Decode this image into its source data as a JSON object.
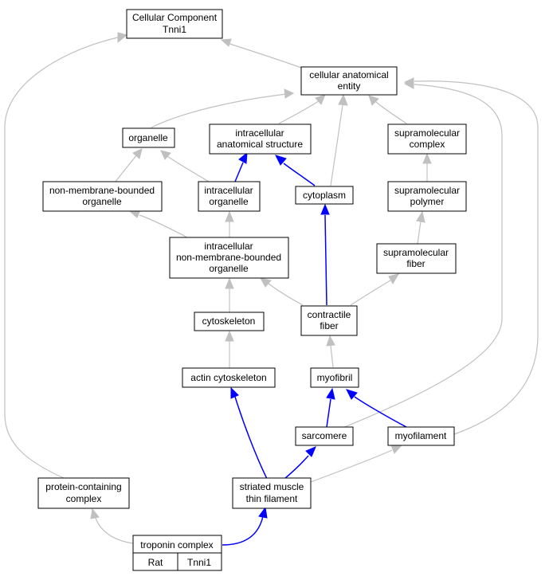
{
  "graph": {
    "root": {
      "line1": "Cellular Component",
      "line2": "Tnni1"
    },
    "cellular_anatomical_entity": {
      "line1": "cellular anatomical",
      "line2": "entity"
    },
    "organelle": {
      "line1": "organelle"
    },
    "intracellular_anatomical_structure": {
      "line1": "intracellular",
      "line2": "anatomical structure"
    },
    "supramolecular_complex": {
      "line1": "supramolecular",
      "line2": "complex"
    },
    "non_membrane_bounded_organelle": {
      "line1": "non-membrane-bounded",
      "line2": "organelle"
    },
    "intracellular_organelle": {
      "line1": "intracellular",
      "line2": "organelle"
    },
    "cytoplasm": {
      "line1": "cytoplasm"
    },
    "supramolecular_polymer": {
      "line1": "supramolecular",
      "line2": "polymer"
    },
    "intracellular_nmb_organelle": {
      "line1": "intracellular",
      "line2": "non-membrane-bounded",
      "line3": "organelle"
    },
    "supramolecular_fiber": {
      "line1": "supramolecular",
      "line2": "fiber"
    },
    "cytoskeleton": {
      "line1": "cytoskeleton"
    },
    "contractile_fiber": {
      "line1": "contractile",
      "line2": "fiber"
    },
    "actin_cytoskeleton": {
      "line1": "actin cytoskeleton"
    },
    "myofibril": {
      "line1": "myofibril"
    },
    "sarcomere": {
      "line1": "sarcomere"
    },
    "myofilament": {
      "line1": "myofilament"
    },
    "protein_containing_complex": {
      "line1": "protein-containing",
      "line2": "complex"
    },
    "striated_muscle_thin_filament": {
      "line1": "striated muscle",
      "line2": "thin filament"
    },
    "troponin_complex": {
      "line1": "troponin complex",
      "organism": "Rat",
      "gene": "Tnni1"
    }
  },
  "colors": {
    "is_a_edge": "#c0c0c0",
    "part_of_edge": "#0000ff",
    "annotation_fill": "#ffd700"
  }
}
